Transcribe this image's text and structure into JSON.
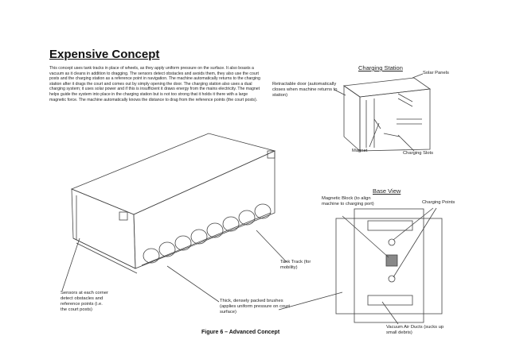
{
  "title": "Expensive Concept",
  "description": "This concept uses tank tracks in place of wheels, as they apply uniform pressure on the surface. It also boasts a vacuum as it cleans in addition to dragging. The sensors detect obstacles and avoids them, they also use the court posts and the charging station as a reference point in navigation. The machine automatically returns to the charging station after it drags the court and comes out by simply opening the door. The charging station also uses a dual charging system; it uses solar power and if this is insufficient it draws energy from the mains electricity. The magnet helps guide the system into place in the charging station but is not too strong that it holds it there with a large magnetic force. The machine automatically knows the distance to drag from the reference points (the court posts).",
  "charging_station": {
    "heading": "Charging Station",
    "solar_panels": "Solar Panels",
    "retractable_door": "Retractable door (automatically closes when machine returns to station)",
    "magnet": "Magnet",
    "charging_slots": "Charging Slots"
  },
  "base_view": {
    "heading": "Base View",
    "magnetic_block": "Magnetic Block (to align machine to charging port)",
    "charging_points": "Charging Points",
    "vacuum_ducts": "Vacuum Air Ducts (sucks up small debris)"
  },
  "main_drawing": {
    "sensors": "Sensors at each corner detect obstacles and reference points (i.e. the court posts)",
    "tank_track": "Tank Track (for mobility)",
    "brushes": "Thick, densely packed brushes (applies uniform pressure on court surface)"
  },
  "caption": "Figure 6 – Advanced Concept"
}
